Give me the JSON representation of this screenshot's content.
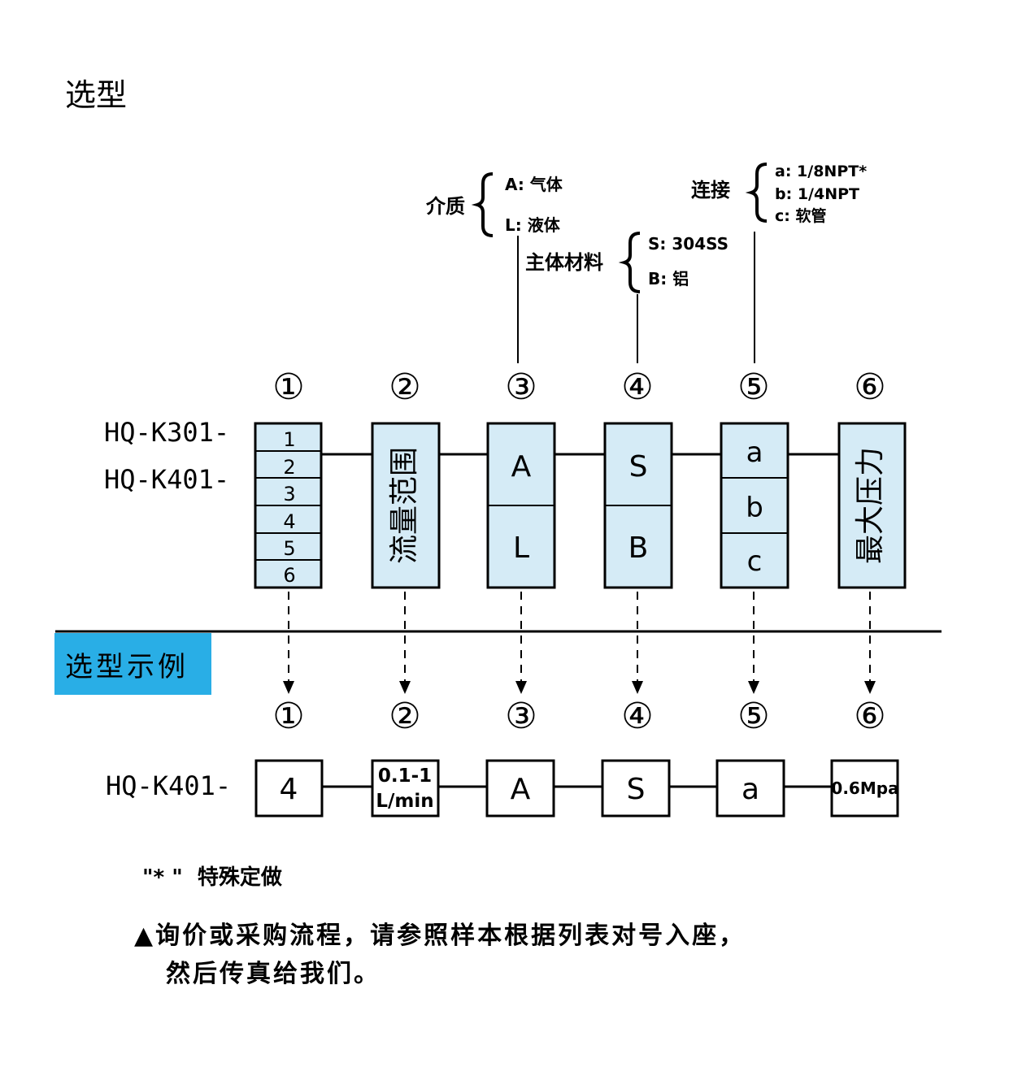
{
  "title": "选型",
  "model_prefixes": [
    "HQ-K301-",
    "HQ-K401-"
  ],
  "positions": [
    "①",
    "②",
    "③",
    "④",
    "⑤",
    "⑥"
  ],
  "option_groups": {
    "medium": {
      "label": "介质",
      "options": [
        "A: 气体",
        "L: 液体"
      ]
    },
    "body_material": {
      "label": "主体材料",
      "options": [
        "S: 304SS",
        "B: 铝"
      ]
    },
    "connection": {
      "label": "连接",
      "options": [
        "a: 1/8NPT*",
        "b: 1/4NPT",
        "c: 软管"
      ]
    }
  },
  "boxes": {
    "size_options": [
      "1",
      "2",
      "3",
      "4",
      "5",
      "6"
    ],
    "flow_range": "流量范围",
    "medium_codes": [
      "A",
      "L"
    ],
    "material_codes": [
      "S",
      "B"
    ],
    "connection_codes": [
      "a",
      "b",
      "c"
    ],
    "max_pressure": "最大压力"
  },
  "example": {
    "section_label": "选型示例",
    "model_prefix": "HQ-K401-",
    "values": [
      "4",
      "0.1-1\nL/min",
      "A",
      "S",
      "a",
      "0.6Mpa"
    ]
  },
  "notes": {
    "special": "\"* \"  特殊定做",
    "inquiry_line1": "▲询价或采购流程，请参照样本根据列表对号入座，",
    "inquiry_line2": "然后传真给我们。"
  },
  "colors": {
    "box_fill": "#d5ebf6",
    "section_banner": "#29aee6",
    "line": "#000000"
  }
}
